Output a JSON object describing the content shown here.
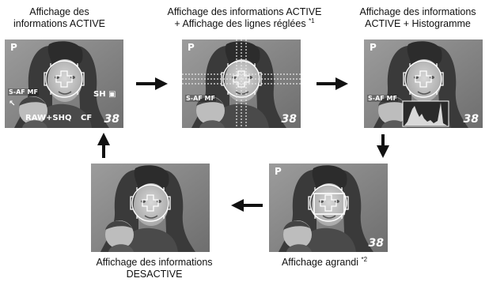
{
  "captions": {
    "p1": [
      "Affichage des",
      "informations ACTIVE"
    ],
    "p2": [
      "Affichage des informations ACTIVE",
      "+ Affichage des lignes réglées"
    ],
    "p2_note": "*1",
    "p3": [
      "Affichage des informations",
      "ACTIVE + Histogramme"
    ],
    "p4": "Affichage agrandi",
    "p4_note": "*2",
    "p5": [
      "Affichage des informations",
      "DESACTIVE"
    ]
  },
  "osd": {
    "mode": "P",
    "af": "S-AF MF",
    "shake": "SH",
    "record": "RAW+SHQ",
    "card": "CF",
    "frames": "38"
  },
  "colors": {
    "ink": "#111111",
    "screen_bg": "#7d7d7d",
    "osd_text": "#ffffff"
  }
}
